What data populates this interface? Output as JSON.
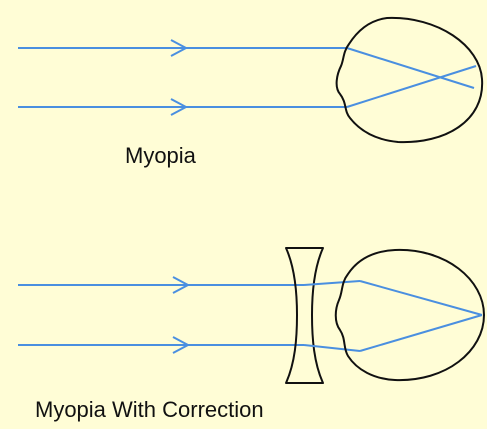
{
  "labels": {
    "myopia": "Myopia",
    "myopia_with_correction": "Myopia With Correction"
  },
  "colors": {
    "background": "#fffdd6",
    "ray": "#4a8fe0",
    "outline": "#111111",
    "text": "#111111"
  },
  "icons": {
    "eye": "eye-outline",
    "lens": "concave-lens",
    "arrow": "arrowhead"
  }
}
